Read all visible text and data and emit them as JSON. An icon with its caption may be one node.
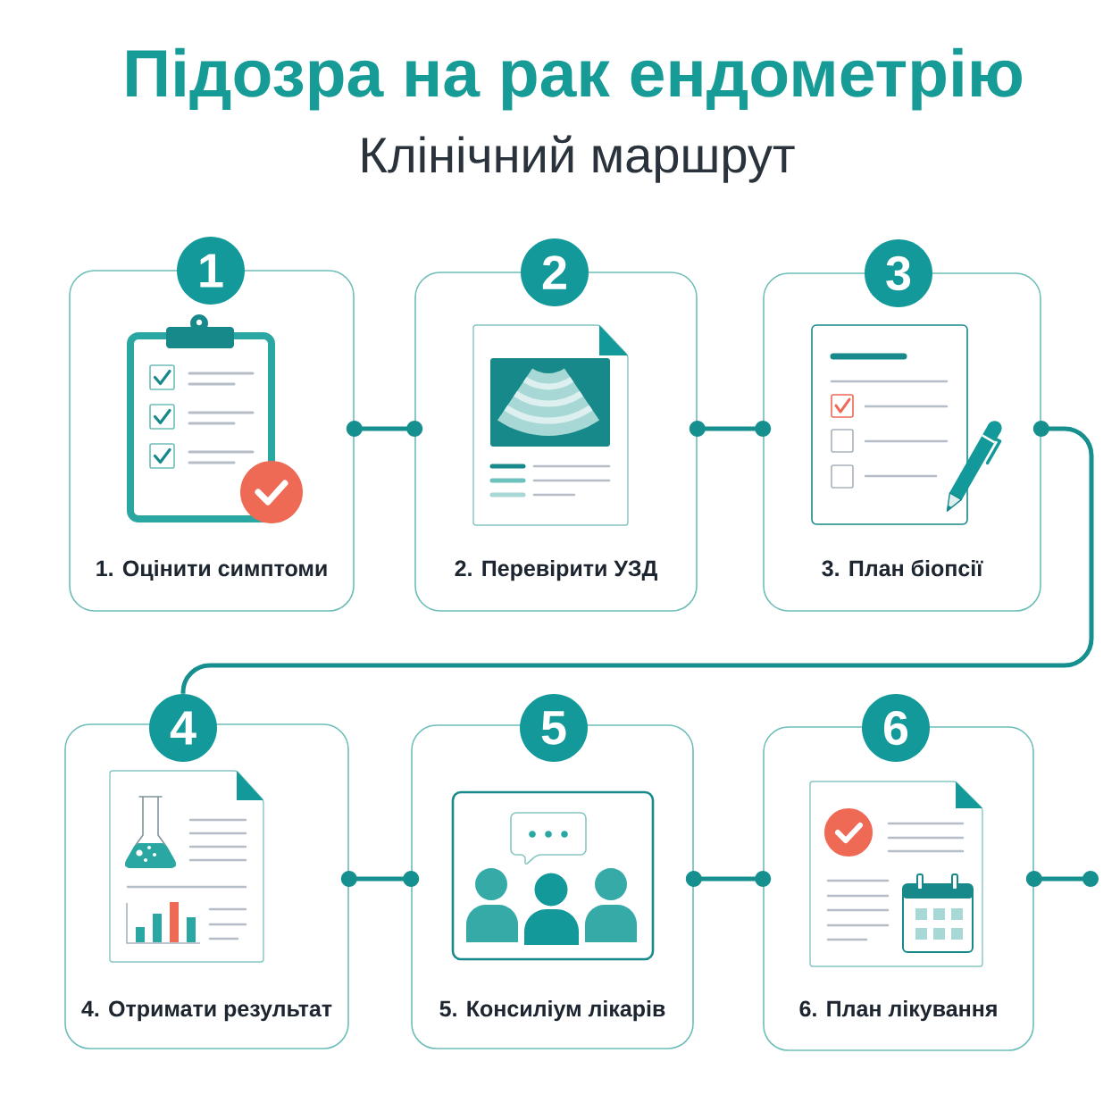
{
  "diagram": {
    "title": "Підозра на рак ендометрію",
    "nodes": [
      {
        "text": [
          "1. Оцінити симптоми"
        ]
      },
      {
        "text": [
          "1"
        ]
      },
      {
        "text": [
          "2. Перевірити УЗД"
        ]
      },
      {
        "text": [
          "2"
        ]
      },
      {
        "text": [
          "3. План біопсії"
        ]
      },
      {
        "text": [
          "3"
        ]
      },
      {
        "text": [
          "4. Отримати результат"
        ]
      },
      {
        "text": [
          "4"
        ]
      },
      {
        "text": [
          "5. Консиліум лікарів"
        ]
      },
      {
        "text": [
          "5"
        ]
      },
      {
        "text": [
          "6. План лікування"
        ]
      },
      {
        "text": [
          "6"
        ]
      }
    ],
    "edges": [
      {
        "from": 0,
        "to": 2,
        "arrow": "other"
      },
      {
        "from": 2,
        "to": 4,
        "arrow": "other"
      },
      {
        "from": 4,
        "to": 7,
        "arrow": "other"
      },
      {
        "from": 6,
        "to": 8,
        "arrow": "other"
      },
      {
        "from": 8,
        "to": 10,
        "arrow": "other"
      },
      {
        "from": 10,
        "to": null,
        "arrow": "other"
      }
    ],
    "labels": [
      "Клінічний маршрут"
    ]
  }
}
